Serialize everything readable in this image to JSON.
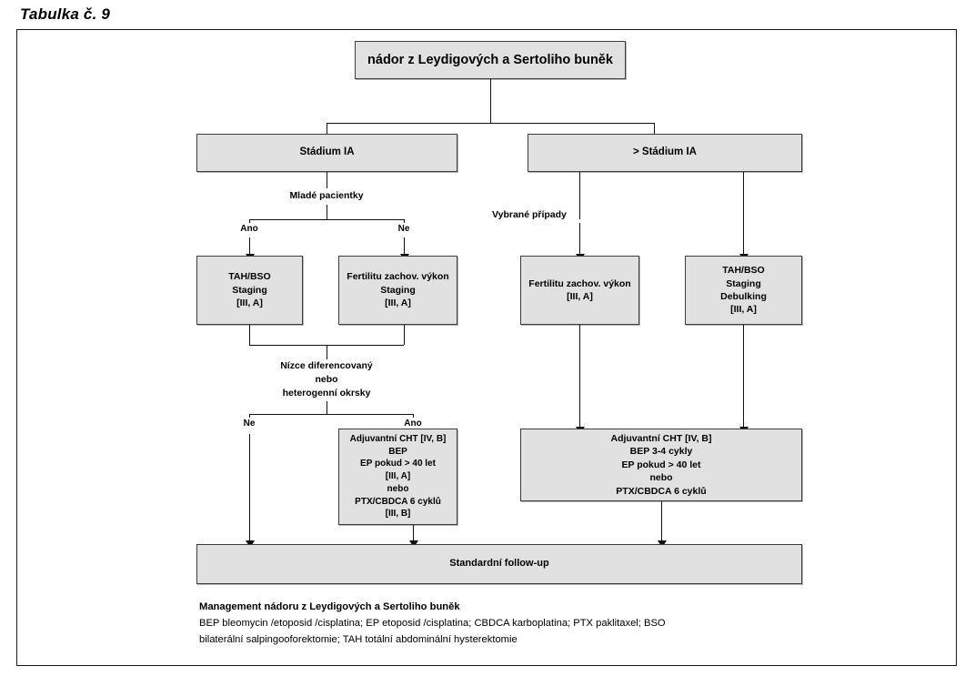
{
  "caption": "Tabulka č. 9",
  "chart_data": {
    "type": "flowchart",
    "title": "Management nádoru z Leydigových a Sertoliho buněk",
    "root": "nádor z Leydigových a Sertoliho buněk",
    "nodes": [
      {
        "id": "root",
        "label": "nádor z Leydigových a Sertoliho buněk"
      },
      {
        "id": "stage_ia",
        "label": "Stádium IA"
      },
      {
        "id": "stage_gt_ia",
        "label": "> Stádium IA"
      },
      {
        "id": "tah_bso_l",
        "label": "TAH/BSO Staging [III, A]"
      },
      {
        "id": "fert_l",
        "label": "Fertilitu zachov. výkon Staging [III, A]"
      },
      {
        "id": "fert_r",
        "label": "Fertilitu zachov. výkon [III, A]"
      },
      {
        "id": "tah_bso_r",
        "label": "TAH/BSO Staging Debulking [III, A]"
      },
      {
        "id": "cht_l",
        "label": "Adjuvantní CHT [IV, B] BEP EP pokud > 40 let [III, A] nebo PTX/CBDCA 6 cyklů [III, B]"
      },
      {
        "id": "cht_r",
        "label": "Adjuvantní CHT [IV, B] BEP 3-4 cykly EP pokud > 40 let nebo PTX/CBDCA 6 cyklů"
      },
      {
        "id": "followup",
        "label": "Standardní follow-up"
      }
    ],
    "decisions": [
      {
        "question": "Mladé pacientky",
        "branches": [
          "Ano",
          "Ne"
        ]
      },
      {
        "question": "Nízce diferencovaný nebo heterogenní okrsky",
        "branches": [
          "Ne",
          "Ano"
        ]
      }
    ],
    "edge_labels": [
      "Mladé pacientky",
      "Ano",
      "Ne",
      "Vybrané případy",
      "Nízce diferencovaný",
      "nebo",
      "heterogenní okrsky"
    ]
  },
  "diagram": {
    "root": {
      "line1": "nádor z Leydigových a Sertoliho buněk"
    },
    "stage_ia": {
      "line1": "Stádium IA"
    },
    "stage_gt_ia": {
      "line1": "> Stádium IA"
    },
    "decision1": {
      "question": "Mladé pacientky",
      "yes": "Ano",
      "no": "Ne"
    },
    "selected_cases": "Vybrané případy",
    "tah_bso_left": {
      "line1": "TAH/BSO",
      "line2": "Staging",
      "line3": "[III, A]"
    },
    "fertility_left": {
      "line1": "Fertilitu zachov. výkon",
      "line2": "Staging",
      "line3": "[III, A]"
    },
    "fertility_right": {
      "line1": "Fertilitu zachov. výkon",
      "line2": "[III, A]"
    },
    "tah_bso_right": {
      "line1": "TAH/BSO",
      "line2": "Staging",
      "line3": "Debulking",
      "line4": "[III, A]"
    },
    "decision2": {
      "line1": "Nízce diferencovaný",
      "line2": "nebo",
      "line3": "heterogenní okrsky",
      "no": "Ne",
      "yes": "Ano"
    },
    "cht_left": {
      "line1": "Adjuvantní CHT [IV, B]",
      "line2": "BEP",
      "line3": "EP pokud > 40 let",
      "line4": "[III, A]",
      "line5": "nebo",
      "line6": "PTX/CBDCA 6 cyklů",
      "line7": "[III, B]"
    },
    "cht_right": {
      "line1": "Adjuvantní CHT [IV, B]",
      "line2": "BEP 3-4 cykly",
      "line3": "EP pokud > 40 let",
      "line4": "nebo",
      "line5": "PTX/CBDCA 6 cyklů"
    },
    "followup": {
      "line1": "Standardní follow-up"
    }
  },
  "legend": {
    "heading": "Management nádoru z Leydigových a Sertoliho buněk",
    "line1": "BEP bleomycin /etoposid /cisplatina; EP etoposid /cisplatina; CBDCA karboplatina; PTX paklitaxel; BSO",
    "line2": "bilaterální salpingooforektomie; TAH totální abdominální hysterektomie"
  },
  "colors": {
    "node_fill": "#e1e1e1",
    "node_border": "#3d3d3d",
    "frame_border": "#1a1a1a",
    "line": "#111111"
  }
}
